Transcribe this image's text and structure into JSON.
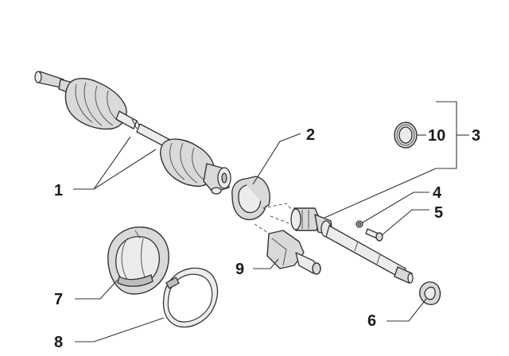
{
  "callouts": {
    "c1": "1",
    "c2": "2",
    "c3": "3",
    "c4": "4",
    "c5": "5",
    "c6": "6",
    "c7": "7",
    "c8": "8",
    "c9": "9",
    "c10": "10"
  },
  "colors": {
    "part_fill": "#d9d9d9",
    "outline": "#333333",
    "background": "#ffffff"
  }
}
